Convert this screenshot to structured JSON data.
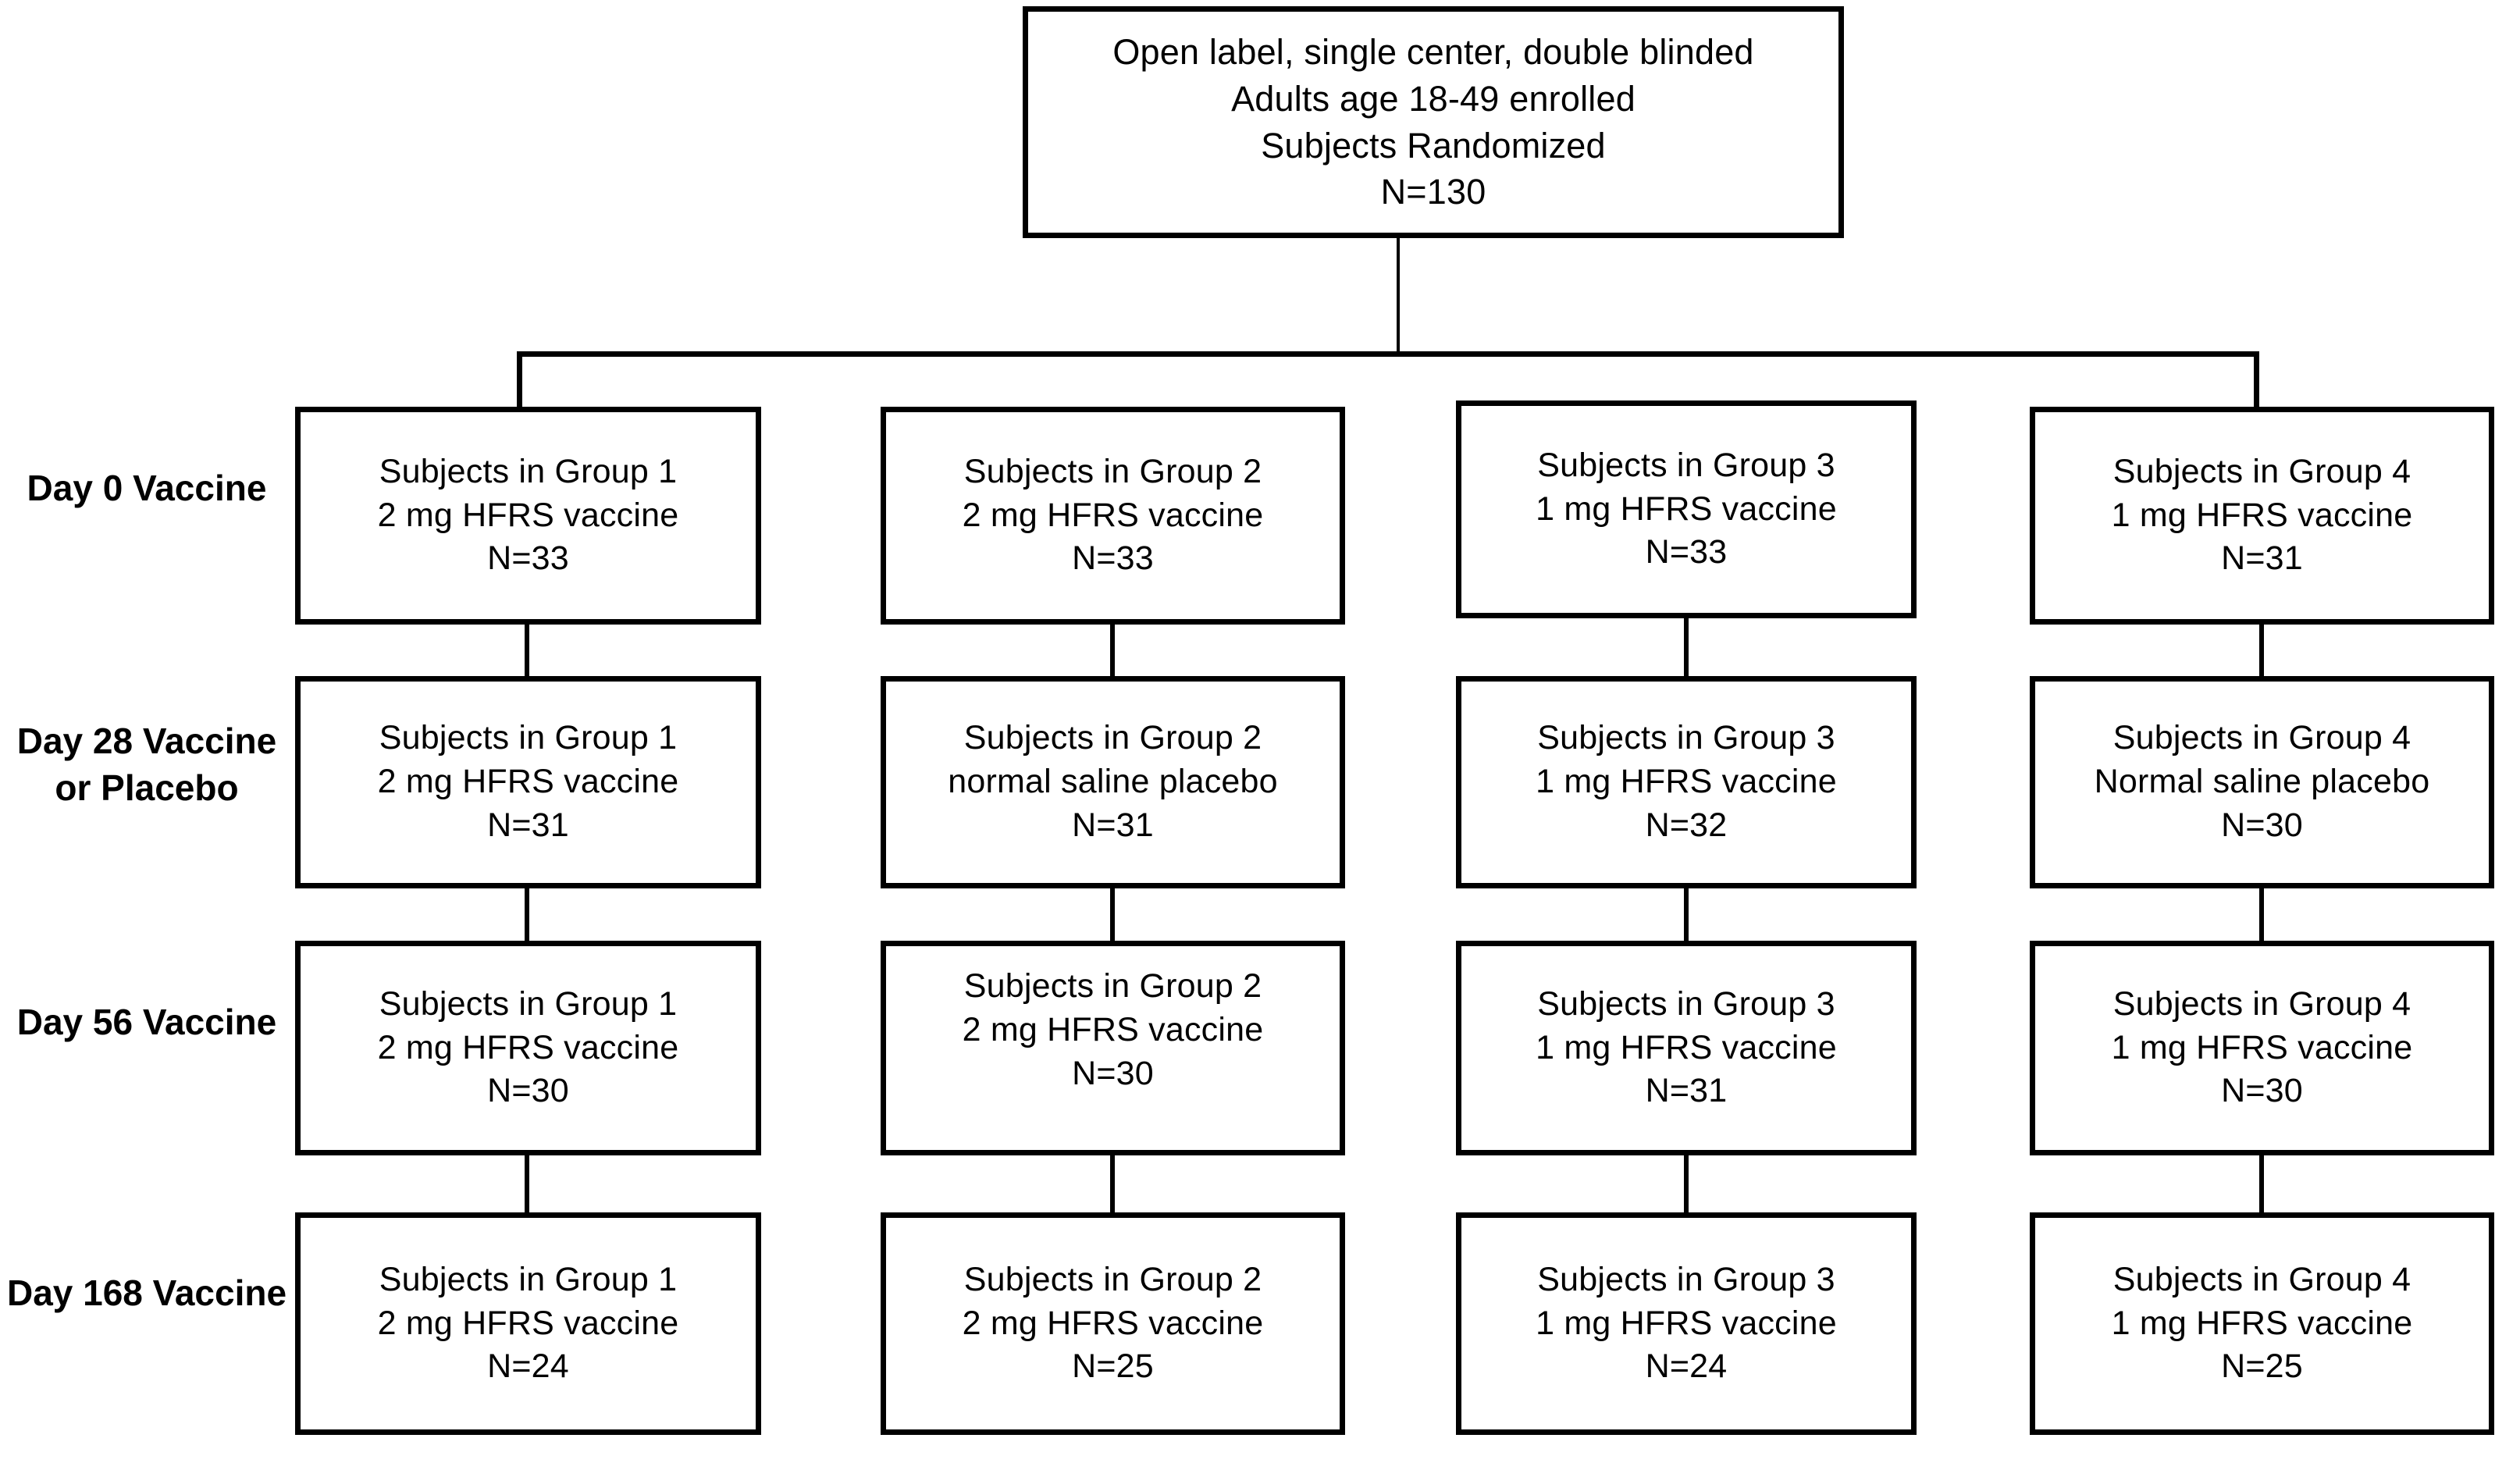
{
  "diagram": {
    "title_box": {
      "lines": [
        "Open label, single center, double blinded",
        "Adults age 18-49 enrolled",
        "Subjects Randomized",
        "N=130"
      ]
    },
    "row_labels": [
      {
        "lines": [
          "Day 0",
          "Vaccine"
        ]
      },
      {
        "lines": [
          "Day 28",
          "Vaccine",
          "or Placebo"
        ]
      },
      {
        "lines": [
          "Day 56",
          "Vaccine"
        ]
      },
      {
        "lines": [
          "Day 168",
          "Vaccine"
        ]
      }
    ],
    "rows": [
      {
        "timepoint": "Day 0",
        "boxes": [
          {
            "group": "Subjects in Group 1",
            "treatment": "2 mg HFRS vaccine",
            "n": "N=33"
          },
          {
            "group": "Subjects in Group 2",
            "treatment": "2 mg HFRS vaccine",
            "n": "N=33"
          },
          {
            "group": "Subjects in Group 3",
            "treatment": "1 mg HFRS vaccine",
            "n": "N=33"
          },
          {
            "group": "Subjects in Group 4",
            "treatment": "1 mg HFRS vaccine",
            "n": "N=31"
          }
        ]
      },
      {
        "timepoint": "Day 28",
        "boxes": [
          {
            "group": "Subjects in Group 1",
            "treatment": "2 mg HFRS vaccine",
            "n": "N=31"
          },
          {
            "group": "Subjects in Group 2",
            "treatment": "normal saline placebo",
            "n": "N=31"
          },
          {
            "group": "Subjects in Group 3",
            "treatment": "1 mg HFRS vaccine",
            "n": "N=32"
          },
          {
            "group": "Subjects in Group 4",
            "treatment": "Normal saline placebo",
            "n": "N=30"
          }
        ]
      },
      {
        "timepoint": "Day 56",
        "boxes": [
          {
            "group": "Subjects in Group 1",
            "treatment": "2 mg HFRS vaccine",
            "n": "N=30"
          },
          {
            "group": "Subjects in Group 2",
            "treatment": "2 mg HFRS vaccine",
            "n": "N=30"
          },
          {
            "group": "Subjects in Group 3",
            "treatment": "1 mg HFRS vaccine",
            "n": "N=31"
          },
          {
            "group": "Subjects in Group 4",
            "treatment": "1 mg HFRS vaccine",
            "n": "N=30"
          }
        ]
      },
      {
        "timepoint": "Day 168",
        "boxes": [
          {
            "group": "Subjects in Group 1",
            "treatment": "2 mg HFRS vaccine",
            "n": "N=24"
          },
          {
            "group": "Subjects in Group 2",
            "treatment": "2 mg HFRS vaccine",
            "n": "N=25"
          },
          {
            "group": "Subjects in Group 3",
            "treatment": "1 mg HFRS vaccine",
            "n": "N=24"
          },
          {
            "group": "Subjects in Group 4",
            "treatment": "1 mg HFRS vaccine",
            "n": "N=25"
          }
        ]
      }
    ],
    "colors": {
      "stroke": "#000000",
      "background": "#ffffff",
      "text": "#000000"
    }
  }
}
